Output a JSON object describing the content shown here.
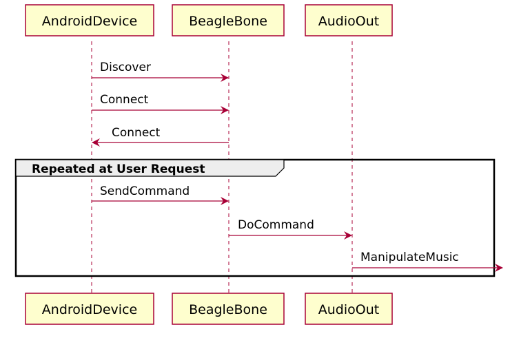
{
  "participants": [
    {
      "id": "android",
      "label": "AndroidDevice"
    },
    {
      "id": "beagle",
      "label": "BeagleBone"
    },
    {
      "id": "audio",
      "label": "AudioOut"
    }
  ],
  "messages": [
    {
      "from": "android",
      "to": "beagle",
      "label": "Discover"
    },
    {
      "from": "android",
      "to": "beagle",
      "label": "Connect"
    },
    {
      "from": "beagle",
      "to": "android",
      "label": "Connect"
    },
    {
      "from": "android",
      "to": "beagle",
      "label": "SendCommand"
    },
    {
      "from": "beagle",
      "to": "audio",
      "label": "DoCommand"
    },
    {
      "from": "audio",
      "to": "out",
      "label": "ManipulateMusic"
    }
  ],
  "group": {
    "label": "Repeated at User Request"
  },
  "colors": {
    "line": "#a80036",
    "participant_fill": "#fefece",
    "group_tab": "#eeeeee"
  }
}
